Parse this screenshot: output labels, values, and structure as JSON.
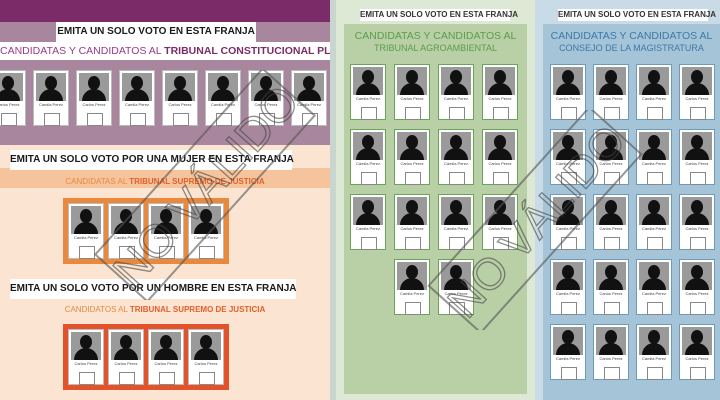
{
  "left_sheet": {
    "banner_1": "EMITA UN SOLO VOTO EN ESTA FRANJA",
    "tcp_title_prefix": "CANDIDATAS Y CANDIDATOS AL ",
    "tcp_title_bold": "TRIBUNAL CONSTITUCIONAL PLURINACIONAL",
    "banner_2": "EMITA UN SOLO VOTO POR UNA MUJER EN ESTA FRANJA",
    "tsj_women_prefix": "CANDIDATAS AL ",
    "tsj_women_bold": "TRIBUNAL SUPREMO DE JUSTICIA",
    "banner_3": "EMITA UN SOLO VOTO POR UN HOMBRE EN ESTA FRANJA",
    "tsj_men_prefix": "CANDIDATOS AL ",
    "tsj_men_bold": "TRIBUNAL SUPREMO DE JUSTICIA"
  },
  "green_sheet": {
    "banner": "EMITA UN SOLO VOTO EN ESTA FRANJA",
    "title_line1": "CANDIDATAS Y CANDIDATOS AL",
    "title_line2": "TRIBUNAL AGROAMBIENTAL"
  },
  "blue_sheet": {
    "banner": "EMITA UN SOLO VOTO EN ESTA FRANJA",
    "title_line1": "CANDIDATAS Y CANDIDATOS AL",
    "title_line2": "CONSEJO DE LA MAGISTRATURA"
  },
  "candidate_woman_label": "Camila Perez",
  "candidate_man_label": "Carlos Perez",
  "stamp_text": "NO VÁLIDO",
  "colors": {
    "purple": "#7b2b68",
    "orange": "#e8893d",
    "red_orange": "#e2532b",
    "green": "#5b9d4b",
    "blue": "#3a7aa8"
  }
}
